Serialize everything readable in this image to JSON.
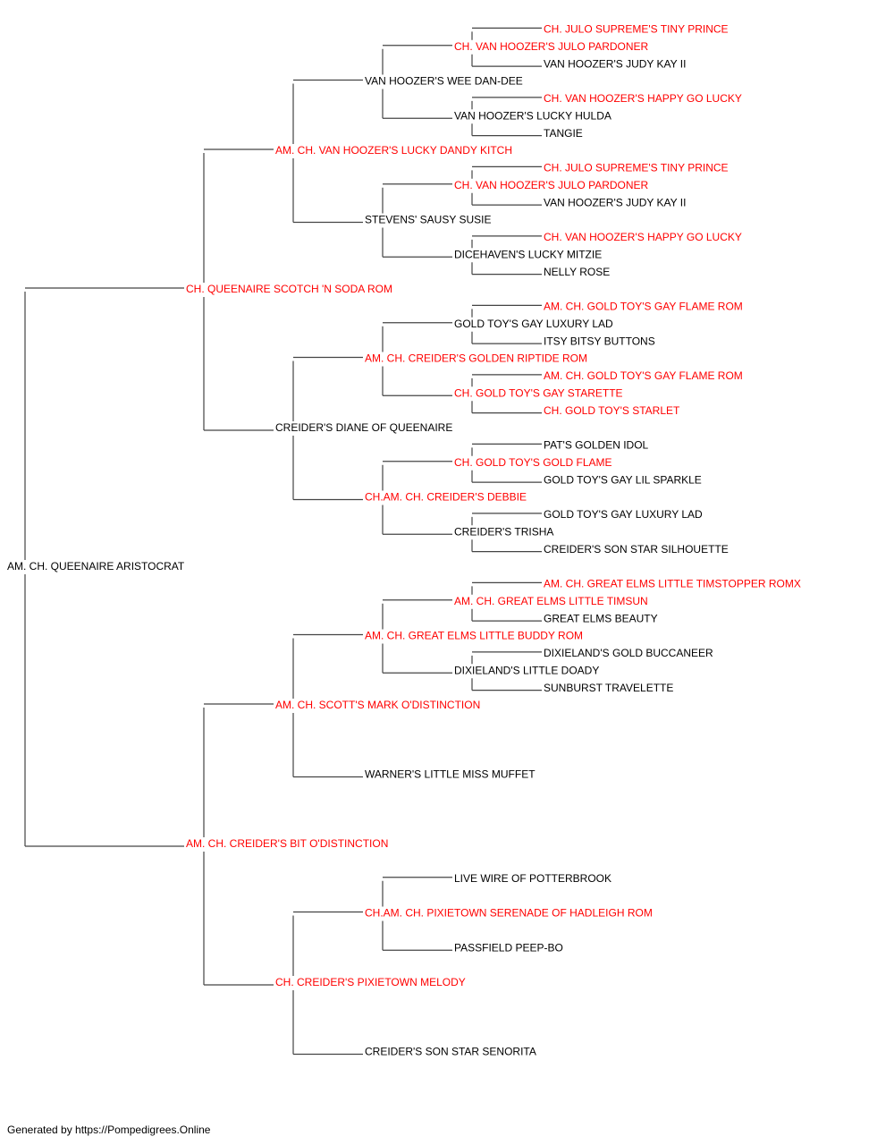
{
  "colors": {
    "titled": "#ff0000",
    "untitled": "#000000",
    "line": "#444444"
  },
  "pedigree": {
    "name": "AM. CH. QUEENAIRE ARISTOCRAT",
    "titled": false,
    "sire": {
      "name": "CH. QUEENAIRE SCOTCH 'N SODA ROM",
      "titled": true,
      "sire": {
        "name": "AM. CH. VAN HOOZER'S LUCKY DANDY KITCH",
        "titled": true,
        "sire": {
          "name": "VAN HOOZER'S WEE DAN-DEE",
          "titled": false,
          "sire": {
            "name": "CH. VAN HOOZER'S JULO PARDONER",
            "titled": true,
            "sire": {
              "name": "CH. JULO SUPREME'S TINY PRINCE",
              "titled": true
            },
            "dam": {
              "name": "VAN HOOZER'S JUDY KAY II",
              "titled": false
            }
          },
          "dam": {
            "name": "VAN HOOZER'S LUCKY HULDA",
            "titled": false,
            "sire": {
              "name": "CH. VAN HOOZER'S HAPPY GO LUCKY",
              "titled": true
            },
            "dam": {
              "name": "TANGIE",
              "titled": false
            }
          }
        },
        "dam": {
          "name": "STEVENS' SAUSY SUSIE",
          "titled": false,
          "sire": {
            "name": "CH. VAN HOOZER'S JULO PARDONER",
            "titled": true,
            "sire": {
              "name": "CH. JULO SUPREME'S TINY PRINCE",
              "titled": true
            },
            "dam": {
              "name": "VAN HOOZER'S JUDY KAY II",
              "titled": false
            }
          },
          "dam": {
            "name": "DICEHAVEN'S LUCKY MITZIE",
            "titled": false,
            "sire": {
              "name": "CH. VAN HOOZER'S HAPPY GO LUCKY",
              "titled": true
            },
            "dam": {
              "name": "NELLY ROSE",
              "titled": false
            }
          }
        }
      },
      "dam": {
        "name": "CREIDER'S DIANE OF QUEENAIRE",
        "titled": false,
        "sire": {
          "name": "AM. CH. CREIDER'S GOLDEN RIPTIDE ROM",
          "titled": true,
          "sire": {
            "name": "GOLD TOY'S GAY LUXURY LAD",
            "titled": false,
            "sire": {
              "name": "AM. CH. GOLD TOY'S GAY FLAME ROM",
              "titled": true
            },
            "dam": {
              "name": "ITSY BITSY BUTTONS",
              "titled": false
            }
          },
          "dam": {
            "name": "CH. GOLD TOY'S GAY STARETTE",
            "titled": true,
            "sire": {
              "name": "AM. CH. GOLD TOY'S GAY FLAME ROM",
              "titled": true
            },
            "dam": {
              "name": "CH. GOLD TOY'S STARLET",
              "titled": true
            }
          }
        },
        "dam": {
          "name": "CH.AM. CH. CREIDER'S DEBBIE",
          "titled": true,
          "sire": {
            "name": "CH. GOLD TOY'S GOLD FLAME",
            "titled": true,
            "sire": {
              "name": "PAT'S GOLDEN IDOL",
              "titled": false
            },
            "dam": {
              "name": "GOLD TOY'S GAY LIL SPARKLE",
              "titled": false
            }
          },
          "dam": {
            "name": "CREIDER'S TRISHA",
            "titled": false,
            "sire": {
              "name": "GOLD TOY'S GAY LUXURY LAD",
              "titled": false
            },
            "dam": {
              "name": "CREIDER'S SON STAR SILHOUETTE",
              "titled": false
            }
          }
        }
      }
    },
    "dam": {
      "name": "AM. CH. CREIDER'S BIT O'DISTINCTION",
      "titled": true,
      "sire": {
        "name": "AM. CH. SCOTT'S MARK O'DISTINCTION",
        "titled": true,
        "sire": {
          "name": "AM. CH. GREAT ELMS LITTLE BUDDY ROM",
          "titled": true,
          "sire": {
            "name": "AM. CH. GREAT ELMS LITTLE TIMSUN",
            "titled": true,
            "sire": {
              "name": "AM. CH. GREAT ELMS LITTLE TIMSTOPPER ROMX",
              "titled": true
            },
            "dam": {
              "name": "GREAT ELMS BEAUTY",
              "titled": false
            }
          },
          "dam": {
            "name": "DIXIELAND'S LITTLE DOADY",
            "titled": false,
            "sire": {
              "name": "DIXIELAND'S GOLD BUCCANEER",
              "titled": false
            },
            "dam": {
              "name": "SUNBURST TRAVELETTE",
              "titled": false
            }
          }
        },
        "dam": {
          "name": "WARNER'S LITTLE MISS MUFFET",
          "titled": false
        }
      },
      "dam": {
        "name": "CH. CREIDER'S PIXIETOWN MELODY",
        "titled": true,
        "sire": {
          "name": "CH.AM. CH. PIXIETOWN SERENADE OF HADLEIGH ROM",
          "titled": true,
          "sire": {
            "name": "LIVE WIRE OF POTTERBROOK",
            "titled": false
          },
          "dam": {
            "name": "PASSFIELD PEEP-BO",
            "titled": false
          }
        },
        "dam": {
          "name": "CREIDER'S SON STAR SENORITA",
          "titled": false
        }
      }
    }
  },
  "footer": "Generated by https://Pompedigrees.Online"
}
